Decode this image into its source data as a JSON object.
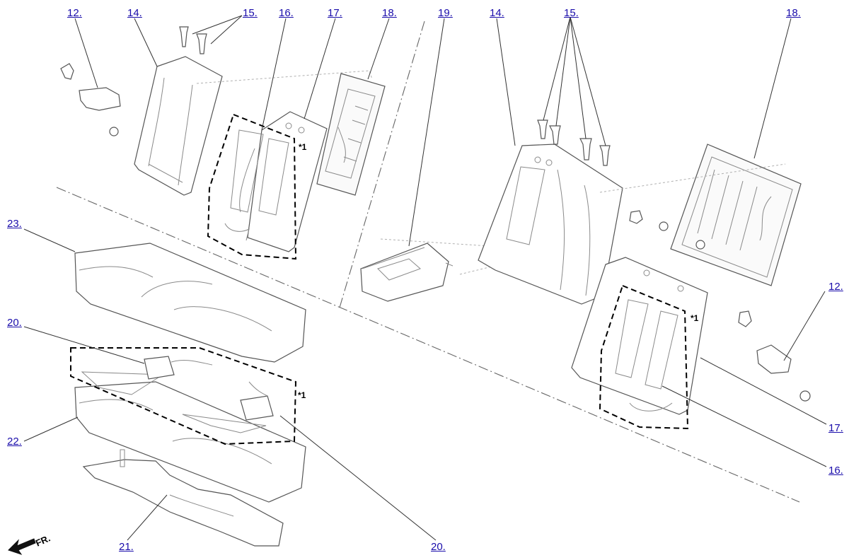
{
  "callouts": {
    "c12_left": "12.",
    "c14_left": "14.",
    "c15_left": "15.",
    "c16_left": "16.",
    "c17_left": "17.",
    "c18_left": "18.",
    "c19": "19.",
    "c14_right": "14.",
    "c15_right": "15.",
    "c18_right": "18.",
    "c23": "23.",
    "c20_top": "20.",
    "c22": "22.",
    "c21": "21.",
    "c20_bottom": "20.",
    "c12_right": "12.",
    "c17_right": "17.",
    "c16_right": "16."
  },
  "notes": {
    "star1_a": "*1",
    "star1_b": "*1",
    "star1_c": "*1"
  },
  "front_indicator": "FR.",
  "colors": {
    "callout": "#1a0dab",
    "line_art": "#555555",
    "background": "#ffffff"
  }
}
